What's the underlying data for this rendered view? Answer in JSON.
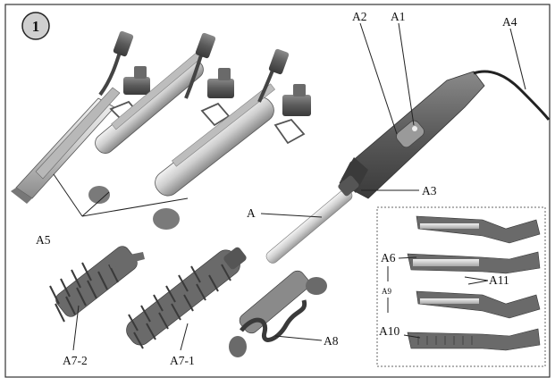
{
  "figure": {
    "step_number": "1"
  },
  "labels": {
    "a": "A",
    "a1": "A1",
    "a2": "A2",
    "a3": "A3",
    "a4": "A4",
    "a5": "A5",
    "a6": "A6",
    "a7_1": "A7-1",
    "a7_2": "A7-2",
    "a8": "A8",
    "a9": "A9",
    "a10": "A10",
    "a11": "A11"
  },
  "colors": {
    "frame": "#333333",
    "metal_light": "#e6e6e6",
    "metal_dark": "#8c8c8c",
    "handle": "#6e6e6e",
    "handle_dark": "#3c3c3c",
    "leader": "#222222"
  }
}
